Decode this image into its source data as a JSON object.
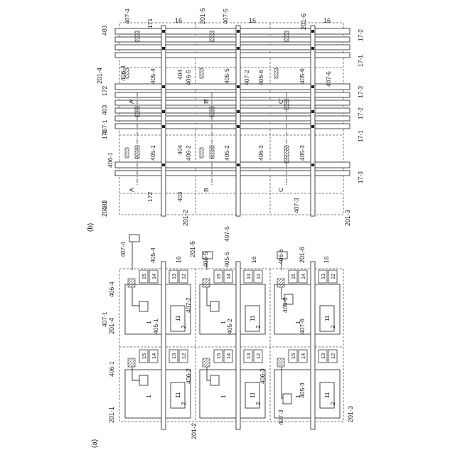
{
  "panels": {
    "b": {
      "panel_label": "(b)",
      "regions": [
        "201-1",
        "201-2",
        "201-3",
        "201-4",
        "201-5",
        "201-6"
      ],
      "lines_16": [
        "16",
        "16",
        "16"
      ],
      "rail_labels_right": [
        "17-2",
        "17-1",
        "17-3",
        "17-2",
        "17-1",
        "17-3"
      ],
      "rail_labels_left": [
        "403",
        "201-4",
        "172",
        "403",
        "171"
      ],
      "vias": [
        "407-4",
        "407-5",
        "407-1",
        "407-2",
        "407-6",
        "407-3"
      ],
      "contacts": [
        "406-4",
        "406-5",
        "406-6",
        "406-1",
        "406-2",
        "406-3"
      ],
      "wires": [
        "405-4",
        "405-5",
        "405-6",
        "405-1",
        "405-2",
        "405-3"
      ],
      "labels_404": [
        "404",
        "404"
      ],
      "labels_403_bottom": [
        "403",
        "403"
      ],
      "labels_171_172": [
        "171",
        "172",
        "172",
        "171"
      ],
      "sections": [
        "A",
        "B",
        "C"
      ],
      "sections_prime": [
        "A'",
        "B'",
        "C'"
      ]
    },
    "a": {
      "panel_label": "(a)",
      "regions": [
        "201-1",
        "201-2",
        "201-3",
        "201-4",
        "201-5",
        "201-6"
      ],
      "lines_16": [
        "16",
        "16",
        "16"
      ],
      "vias": [
        "407-4",
        "407-5",
        "407-6",
        "407-1",
        "407-2",
        "407-3"
      ],
      "contacts": [
        "406-4",
        "406-5",
        "406-6",
        "406-1",
        "406-2",
        "406-3"
      ],
      "wires": [
        "405-4",
        "405-5",
        "405-6",
        "405-1",
        "405-2",
        "405-3"
      ],
      "cell_numbers": [
        "15",
        "14",
        "13",
        "12"
      ],
      "element_labels": [
        "1",
        "11",
        "2"
      ]
    }
  }
}
